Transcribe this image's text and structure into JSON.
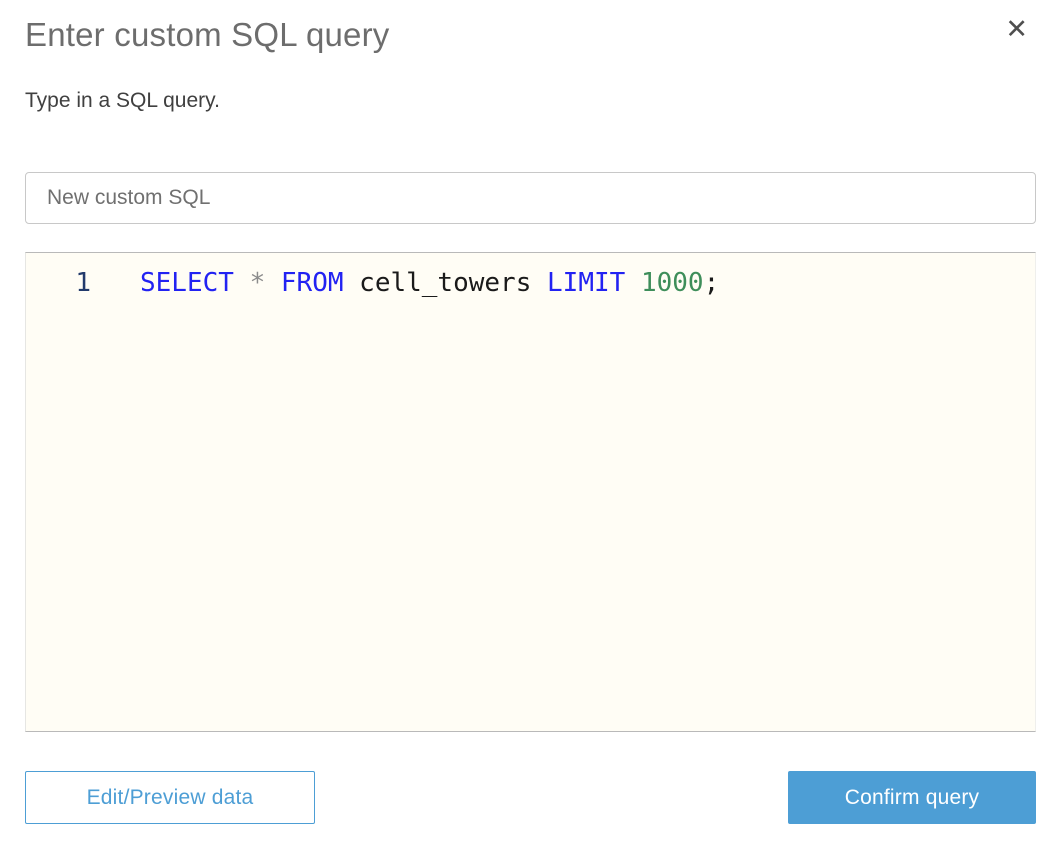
{
  "dialog": {
    "title": "Enter custom SQL query",
    "subtitle": "Type in a SQL query.",
    "close_icon": "✕"
  },
  "name_input": {
    "value": "New custom SQL"
  },
  "editor": {
    "lines": [
      {
        "number": "1",
        "tokens": [
          {
            "type": "keyword",
            "text": "SELECT"
          },
          {
            "type": "plain",
            "text": " "
          },
          {
            "type": "operator",
            "text": "*"
          },
          {
            "type": "plain",
            "text": " "
          },
          {
            "type": "keyword",
            "text": "FROM"
          },
          {
            "type": "plain",
            "text": " cell_towers "
          },
          {
            "type": "keyword",
            "text": "LIMIT"
          },
          {
            "type": "plain",
            "text": " "
          },
          {
            "type": "number",
            "text": "1000"
          },
          {
            "type": "plain",
            "text": ";"
          }
        ]
      }
    ]
  },
  "footer": {
    "edit_preview_label": "Edit/Preview data",
    "confirm_label": "Confirm query"
  },
  "colors": {
    "accent_blue": "#4d9ed5",
    "keyword": "#2222f2",
    "number_literal": "#3e8e5a",
    "operator": "#8c8c8c",
    "identifier": "#1a1a1a",
    "gutter": "#223a6b",
    "editor_bg": "#fffdf5",
    "title_gray": "#6d6d6d"
  }
}
